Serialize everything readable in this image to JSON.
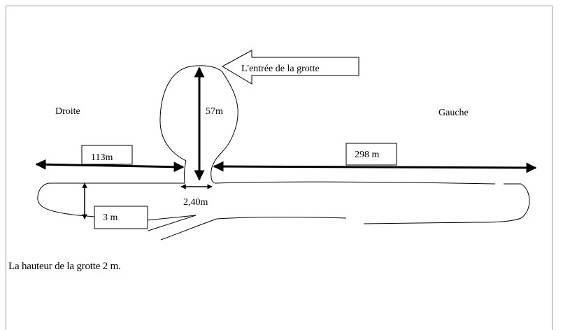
{
  "labels": {
    "left_side": "Droite",
    "right_side": "Gauche",
    "entrance": "L'entrée de la grotte",
    "left_length": "113m",
    "right_length": "298 m",
    "depth": "57m",
    "width": "2,40m",
    "side_height": "3 m"
  },
  "caption": "La hauteur de la grotte  2 m."
}
